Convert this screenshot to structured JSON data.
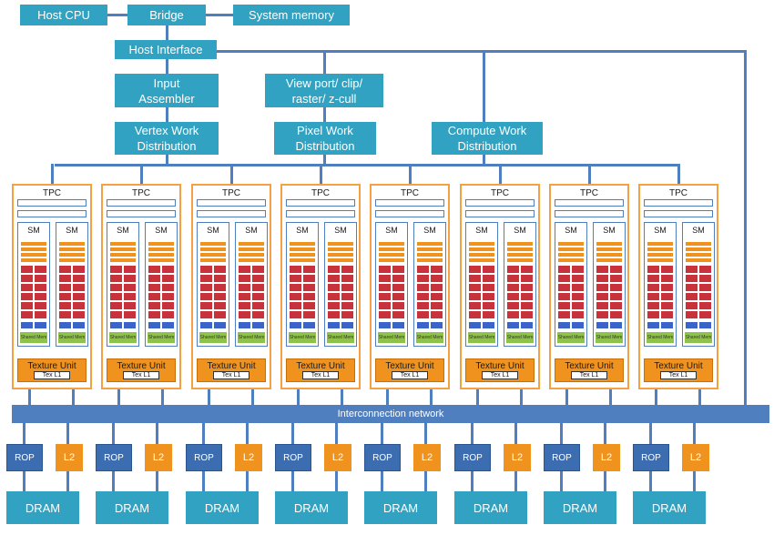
{
  "top": {
    "host_cpu": "Host CPU",
    "bridge": "Bridge",
    "system_memory": "System memory",
    "host_interface": "Host Interface"
  },
  "front_end": {
    "input_assembler": "Input\nAssembler",
    "viewport": "View port/ clip/\nraster/ z-cull",
    "vertex_work": "Vertex Work\nDistribution",
    "pixel_work": "Pixel Work\nDistribution",
    "compute_work": "Compute Work\nDistribution"
  },
  "tpc": {
    "label": "TPC",
    "sm_label": "SM",
    "shared_mem_label": "Shared Mem",
    "texture_unit_label": "Texture Unit",
    "tex_l1_label": "Tex L1"
  },
  "tpc_count": 8,
  "interconnect_label": "Interconnection network",
  "memory": {
    "rop_label": "ROP",
    "l2_label": "L2",
    "dram_label": "DRAM"
  },
  "colors": {
    "teal": "#31a2c2",
    "wire_blue": "#4f7fbf",
    "rop_blue": "#3c6db0",
    "orange": "#f0921e",
    "sp_red": "#c8323a",
    "reg_blue": "#3a64c8",
    "shared_green": "#8fc24a"
  }
}
